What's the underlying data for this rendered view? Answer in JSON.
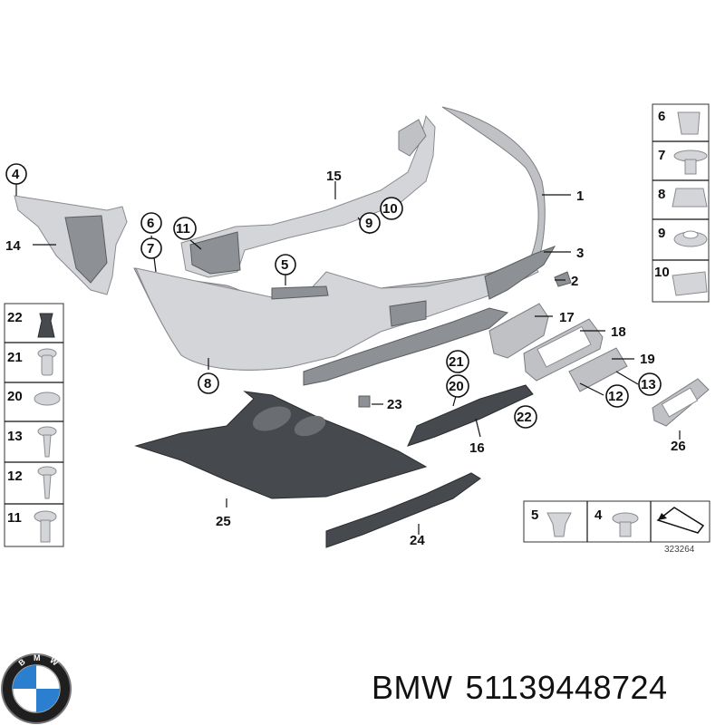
{
  "diagram": {
    "id_label": "323264",
    "callouts": {
      "c1": "1",
      "c2": "2",
      "c3": "3",
      "c4": "4",
      "c5": "5",
      "c6": "6",
      "c7": "7",
      "c8": "8",
      "c9": "9",
      "c10": "10",
      "c11": "11",
      "c12": "12",
      "c13": "13",
      "c14": "14",
      "c15": "15",
      "c16": "16",
      "c17": "17",
      "c18": "18",
      "c19": "19",
      "c20": "20",
      "c21": "21",
      "c22": "22",
      "c23": "23",
      "c24": "24",
      "c25": "25",
      "c26": "26"
    },
    "right_panel": [
      "6",
      "7",
      "8",
      "9",
      "10"
    ],
    "left_panel": [
      "22",
      "21",
      "20",
      "13",
      "12",
      "11"
    ],
    "bottom_panel": [
      "5",
      "4"
    ]
  },
  "caption": {
    "brand": "BMW",
    "part_number": "51139448724"
  },
  "colors": {
    "bumper": "#bfc1c4",
    "underbody": "#46494d",
    "logo_blue": "#2a7fd0"
  }
}
